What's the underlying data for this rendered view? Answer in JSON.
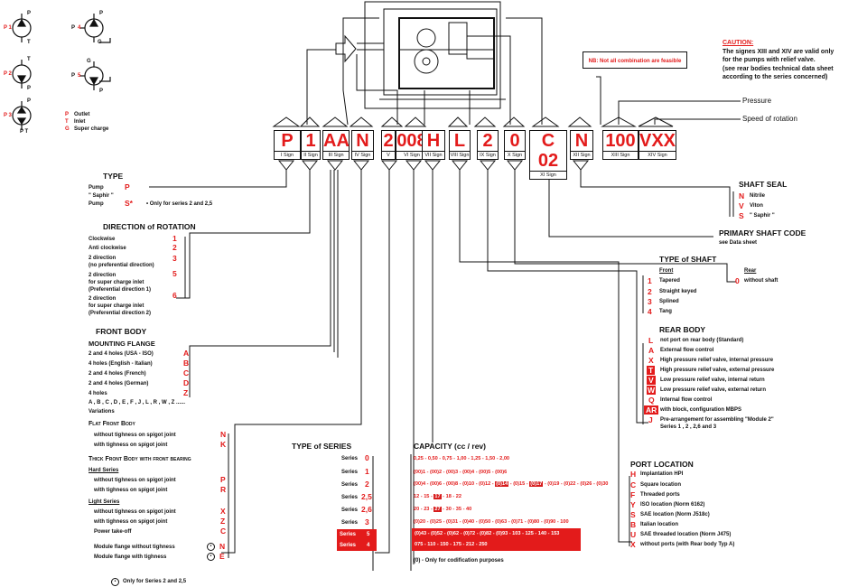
{
  "legend": {
    "symbols": [
      {
        "id": "P1",
        "ports": [
          "P",
          "T"
        ]
      },
      {
        "id": "P2",
        "ports": [
          "T",
          "P"
        ]
      },
      {
        "id": "P3",
        "ports": [
          "P",
          "T"
        ]
      },
      {
        "id": "P4",
        "ports": [
          "P",
          "G",
          "T"
        ]
      },
      {
        "id": "P5",
        "ports": [
          "G",
          "P",
          "T"
        ]
      }
    ],
    "port_codes": [
      {
        "code": "P",
        "text": "Outlet"
      },
      {
        "code": "T",
        "text": "Inlet"
      },
      {
        "code": "G",
        "text": "Super charge"
      }
    ]
  },
  "nb": "NB: Not all combination are feasible",
  "caution": {
    "title": "CAUTION:",
    "lines": [
      "The signes XIII and XIV are valid only",
      "for the pumps with relief valve.",
      "(see rear bodies technical data sheet",
      "according to the series concerned)"
    ]
  },
  "right_labels": {
    "pressure": "Pressure",
    "speed": "Speed of rotation"
  },
  "code_boxes": [
    {
      "value": "P",
      "sign": "I Sign"
    },
    {
      "value": "1",
      "sign": "II Sign"
    },
    {
      "value": "AA",
      "sign": "III Sign"
    },
    {
      "value": "N",
      "sign": "IV Sign"
    },
    {
      "value": "2",
      "sign": "V"
    },
    {
      "value": "008",
      "sign": "VI Sign"
    },
    {
      "value": "H",
      "sign": "VII Sign"
    },
    {
      "value": "L",
      "sign": "VIII Sign"
    },
    {
      "value": "2",
      "sign": "IX Sign"
    },
    {
      "value": "0",
      "sign": "X Sign"
    },
    {
      "value": "C 02",
      "sign": "XI Sign"
    },
    {
      "value": "N",
      "sign": "XII Sign"
    },
    {
      "value": "100",
      "sign": "XIII Sign"
    },
    {
      "value": "VXX",
      "sign": "XIV Sign"
    }
  ],
  "type": {
    "title": "TYPE",
    "items": [
      {
        "label": "Pump",
        "code": "P"
      },
      {
        "label": "\" Saphir \"",
        "label2": "Pump",
        "code": "S*"
      }
    ],
    "note": "• Only for series 2 and 2,5"
  },
  "direction": {
    "title": "DIRECTION of ROTATION",
    "items": [
      {
        "lines": [
          "Clockwise"
        ],
        "code": "1"
      },
      {
        "lines": [
          "Anti clockwise"
        ],
        "code": "2"
      },
      {
        "lines": [
          "2 direction",
          "(no preferential direction)"
        ],
        "code": "3"
      },
      {
        "lines": [
          "2 direction",
          "for super charge inlet",
          "(Preferential direction 1)"
        ],
        "code": "5"
      },
      {
        "lines": [
          "2 direction",
          "for super charge inlet",
          "(Preferential direction 2)"
        ],
        "code": "6"
      }
    ]
  },
  "front_body": {
    "title": "FRONT BODY",
    "flange_title": "MOUNTING FLANGE",
    "flanges": [
      {
        "label": "2 and 4 holes (USA - ISO)",
        "code": "A"
      },
      {
        "label": "4 holes (English - Italian)",
        "code": "B"
      },
      {
        "label": "2 and 4 holes (French)",
        "code": "C"
      },
      {
        "label": "2 and 4 holes (German)",
        "code": "D"
      },
      {
        "label": "4 holes",
        "code": "Z"
      }
    ],
    "variations_codes": "A , B , C , D , E , F , J , L , R , W , Z ......",
    "variations_label": "Variations",
    "flat_title": "Flat Front Body",
    "flat": [
      {
        "label": "without tighness on spigot joint",
        "code": "N"
      },
      {
        "label": "with tighness on spigot joint",
        "code": "K"
      }
    ],
    "thick_title": "Thick Front Body with front bearing",
    "hard_title": "Hard Series",
    "hard": [
      {
        "label": "without tighness on spigot joint",
        "code": "P"
      },
      {
        "label": "with tighness on spigot joint",
        "code": "R"
      }
    ],
    "light_title": "Light Series",
    "light": [
      {
        "label": "without tighness on spigot joint",
        "code": "X"
      },
      {
        "label": "with tighness on spigot joint",
        "code": "Z"
      },
      {
        "label": "Power take-off",
        "code": "C"
      }
    ],
    "module": [
      {
        "label": "Module flange without tighness",
        "code": "N"
      },
      {
        "label": "Module flange with tighness",
        "code": "E"
      }
    ],
    "footnote": "Only for Series 2 and 2,5"
  },
  "series": {
    "title": "TYPE of SERIES",
    "items": [
      {
        "label": "Series",
        "code": "0"
      },
      {
        "label": "Series",
        "code": "1"
      },
      {
        "label": "Series",
        "code": "2"
      },
      {
        "label": "Series",
        "code": "2,5"
      },
      {
        "label": "Series",
        "code": "2,6"
      },
      {
        "label": "Series",
        "code": "3"
      },
      {
        "label": "Series",
        "code": "5",
        "highlight": true
      },
      {
        "label": "Series",
        "code": "4",
        "highlight": true
      }
    ]
  },
  "capacity": {
    "title": "CAPACITY (cc / rev)",
    "rows": [
      [
        "0,25 - 0,50 - 0,75 - 1,00 - 1,25 - 1,50 - 2,00"
      ],
      [
        "(00)1 - (00)2 - (00)3 - (00)4 - (00)5 - (00)6"
      ],
      [
        "(00)4 - (00)6 - (00)8 - (0)10 - (0)12 - ",
        "(0)14",
        " - (0)15 - ",
        "(0)17",
        " - (0)19 - (0)22 - (0)26 - (0)30"
      ],
      [
        "12 - 15 - ",
        "17",
        " - 18 - 22"
      ],
      [
        "20 - 23 - ",
        "27",
        " - 30 - 35 - 40"
      ],
      [
        "(0)20 - (0)25 - (0)31 - (0)40 - (0)50 - (0)63 - (0)71 - (0)80 - (0)90 - 100"
      ],
      [
        "(0)43 - (0)52 - (0)62 - (0)72 - (0)82 - (0)93 - 103 - 125 - 140 - 153"
      ],
      [
        "075 - 110 - 150 - 175 - 212 - 250"
      ]
    ],
    "note": "(0) - Only for codification purposes"
  },
  "port_location": {
    "title": "PORT LOCATION",
    "items": [
      {
        "code": "H",
        "label": "Implantation HPI"
      },
      {
        "code": "C",
        "label": "Square location"
      },
      {
        "code": "F",
        "label": "Threaded ports"
      },
      {
        "code": "Y",
        "label": "ISO location (Norm 6162)"
      },
      {
        "code": "S",
        "label": "SAE location (Norm J518c)"
      },
      {
        "code": "B",
        "label": "Italian location"
      },
      {
        "code": "U",
        "label": "SAE threaded location (Norm J475)"
      },
      {
        "code": "X",
        "label": "without ports (with Rear body Typ A)"
      }
    ]
  },
  "rear_body": {
    "title": "REAR BODY",
    "items": [
      {
        "code": "L",
        "label": "not port on rear body (Standard)"
      },
      {
        "code": "A",
        "label": "External flow control"
      },
      {
        "code": "X",
        "label": "High pressure relief valve, internal pressure"
      },
      {
        "code": "T",
        "label": "High pressure relief valve, external pressure",
        "boxed": true
      },
      {
        "code": "V",
        "label": "Low pressure relief valve, internal return",
        "boxed": true
      },
      {
        "code": "W",
        "label": "Low pressure relief valve, external return",
        "boxed": true
      },
      {
        "code": "Q",
        "label": "Internal flow control"
      },
      {
        "code": "AR",
        "label": "with block, configuration MBPS",
        "boxed": true
      },
      {
        "code": "J",
        "label": "Pre-arrangement for assembling \"Module 2\"",
        "label2": "Series 1 , 2 , 2,6 and 3"
      }
    ]
  },
  "shaft_type": {
    "title": "TYPE of SHAFT",
    "front": "Front",
    "rear": "Rear",
    "items": [
      {
        "code": "1",
        "label": "Tapered"
      },
      {
        "code": "2",
        "label": "Straight keyed"
      },
      {
        "code": "3",
        "label": "Splined"
      },
      {
        "code": "4",
        "label": "Tang"
      }
    ],
    "rear_item": {
      "code": "0",
      "label": "without shaft"
    }
  },
  "primary_shaft": {
    "title": "PRIMARY SHAFT CODE",
    "sub": "see Data sheet"
  },
  "shaft_seal": {
    "title": "SHAFT SEAL",
    "items": [
      {
        "code": "N",
        "label": "Nitrile"
      },
      {
        "code": "V",
        "label": "Viton"
      },
      {
        "code": "S",
        "label": "\" Saphir \""
      }
    ]
  },
  "colors": {
    "accent": "#e31b1b",
    "ink": "#111111"
  }
}
